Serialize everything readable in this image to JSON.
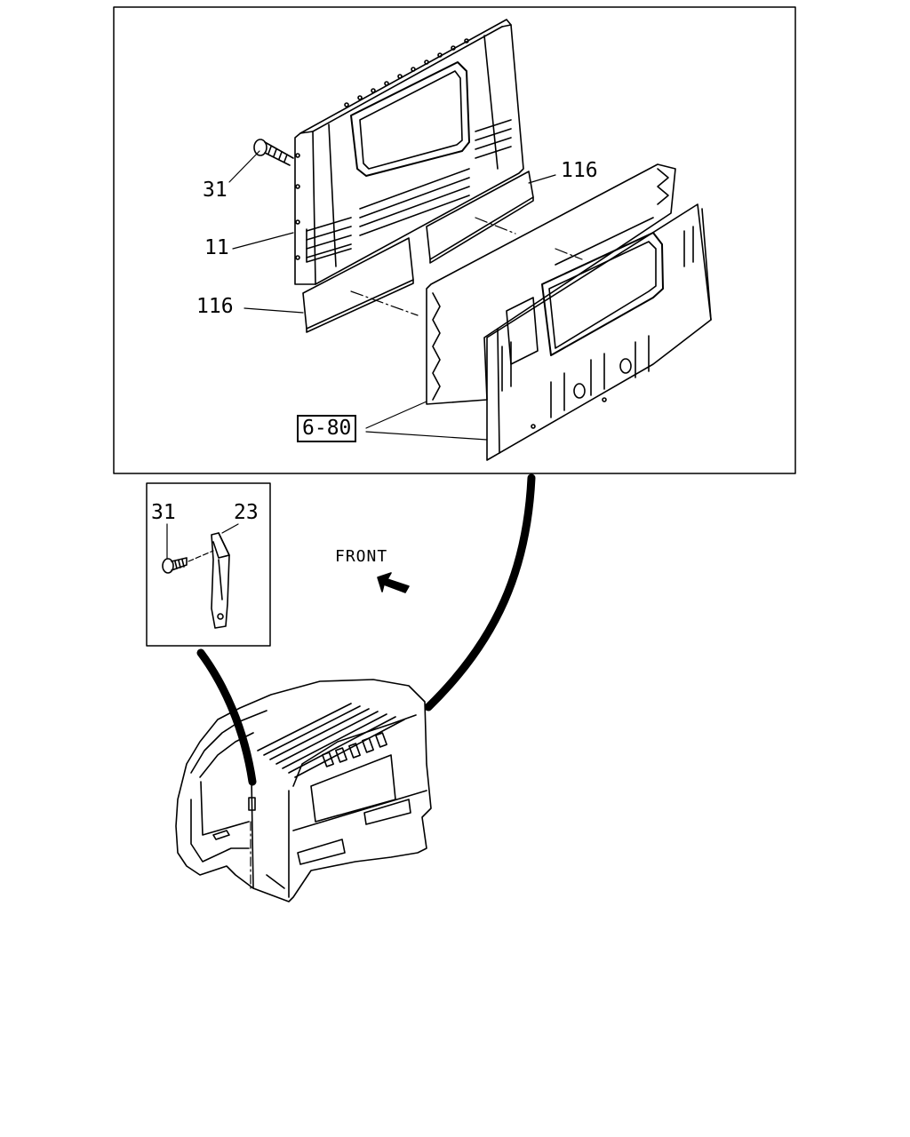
{
  "callouts": {
    "bolt_main": "31",
    "panel": "11",
    "pad_right": "116",
    "pad_left": "116",
    "detail_bolt": "31",
    "detail_bracket": "23"
  },
  "reference": "6-80",
  "front_label": "FRONT",
  "icons": [
    "bolt",
    "rear-panel",
    "insulator-pad",
    "cab-back-wall",
    "bracket",
    "front-arrow",
    "truck-cab"
  ]
}
